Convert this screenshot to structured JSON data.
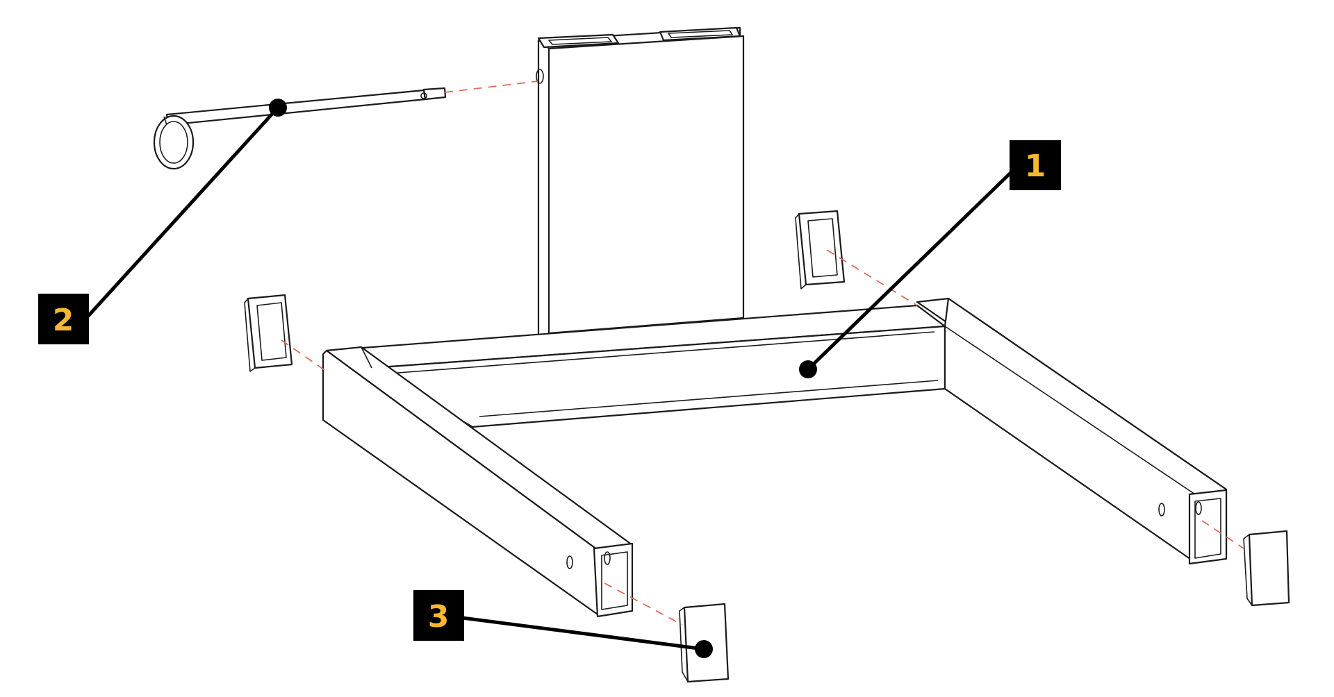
{
  "diagram": {
    "callouts": [
      {
        "id": "1",
        "label": "1",
        "part": "base-frame"
      },
      {
        "id": "2",
        "label": "2",
        "part": "locking-pin"
      },
      {
        "id": "3",
        "label": "3",
        "part": "end-cap"
      }
    ],
    "colors": {
      "callout_box": "#000000",
      "callout_text": "#f5b82e",
      "line_art": "#1a1a1a",
      "guide_line": "#e06a5a",
      "background": "#ffffff"
    }
  }
}
